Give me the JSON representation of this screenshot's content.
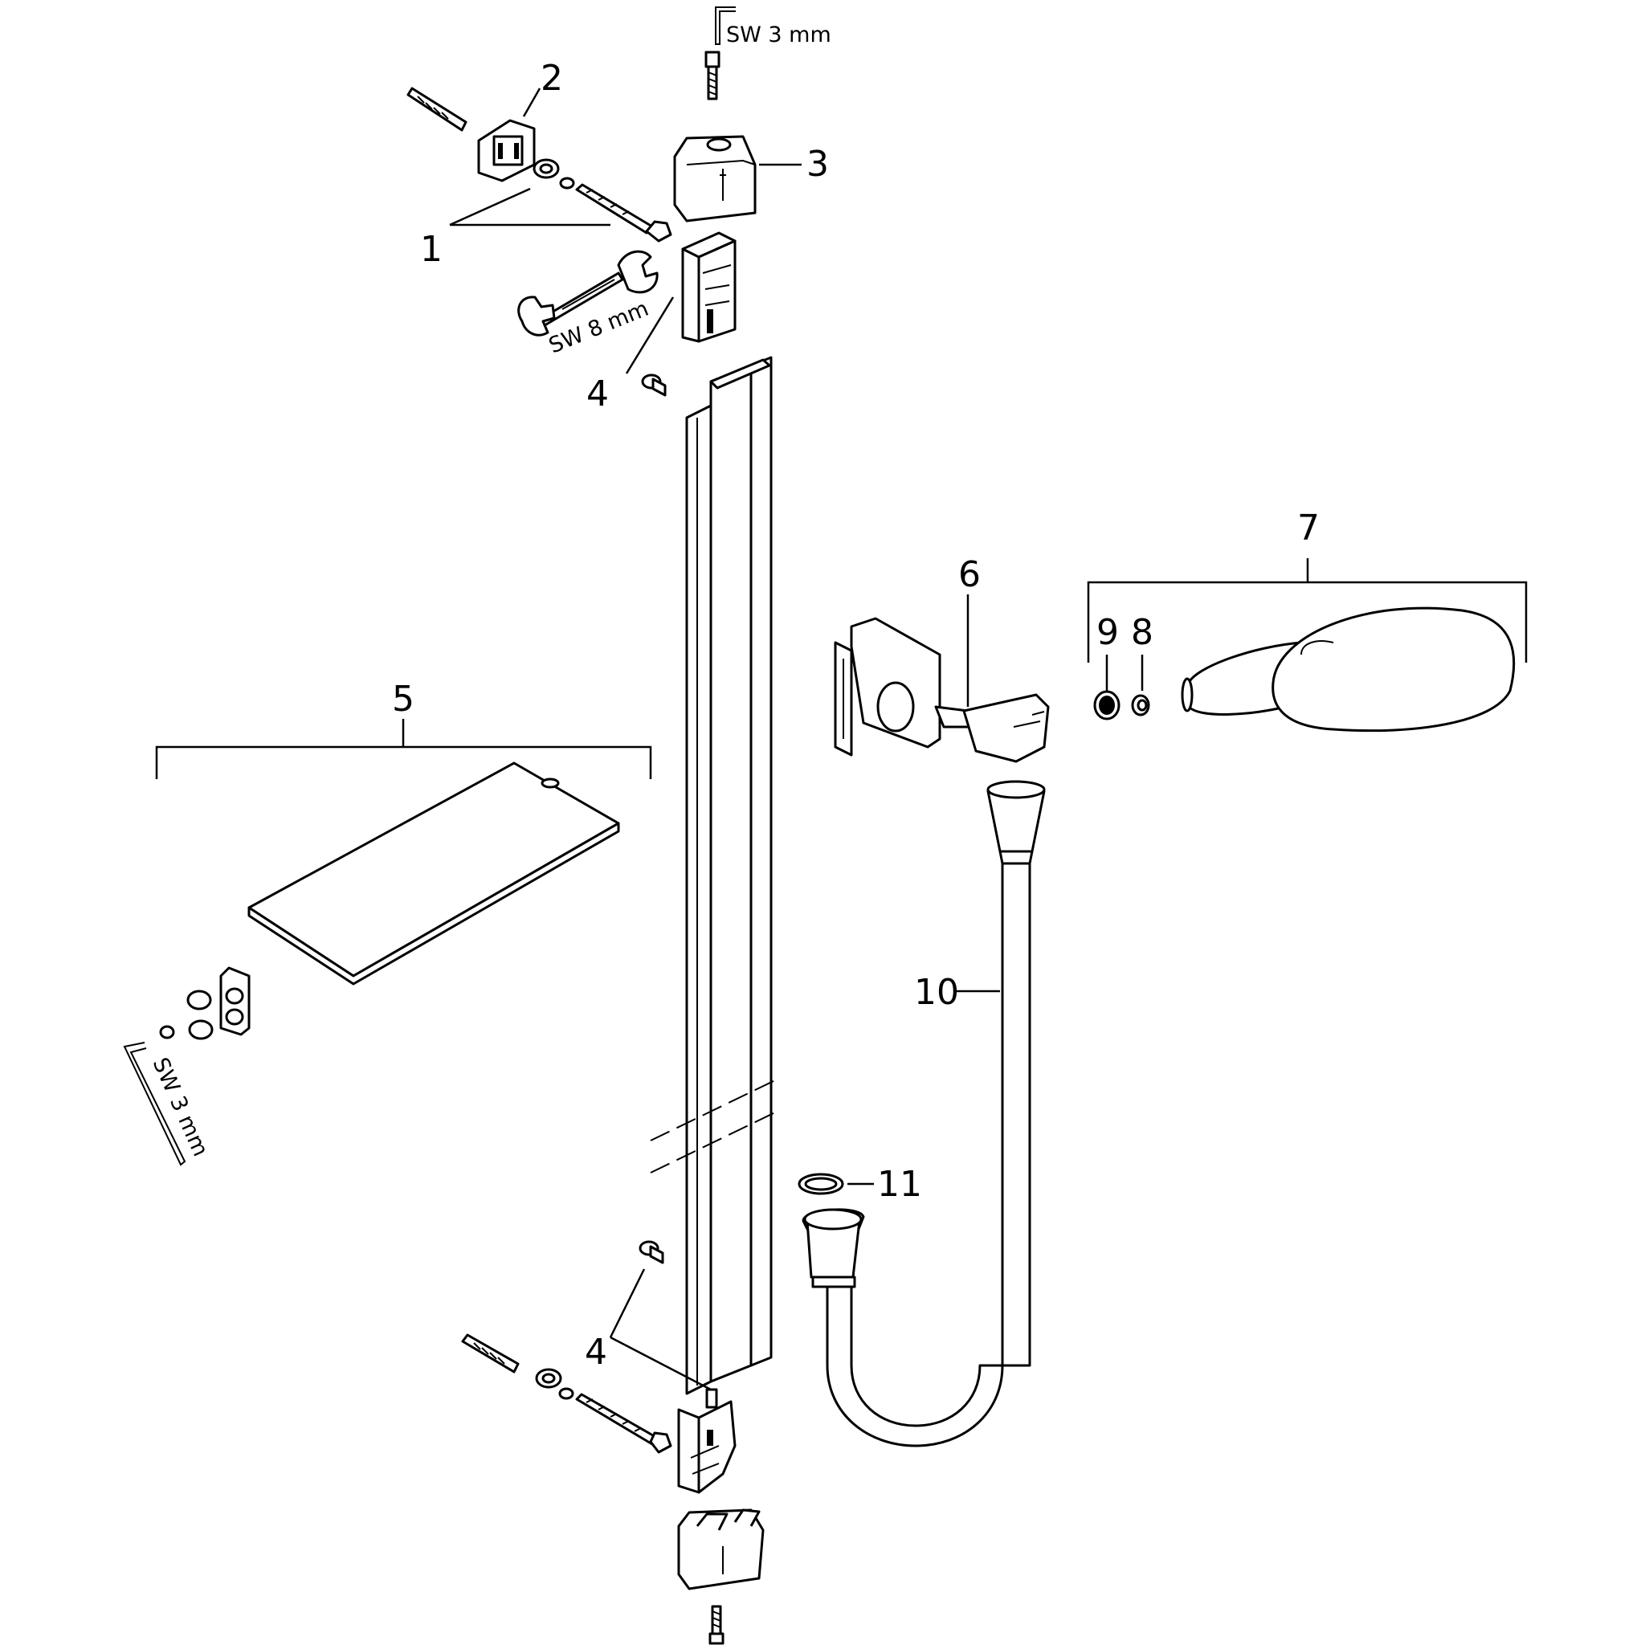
{
  "callouts": {
    "c1": "1",
    "c2": "2",
    "c3": "3",
    "c4_top": "4",
    "c4_bottom": "4",
    "c5": "5",
    "c6": "6",
    "c7": "7",
    "c8": "8",
    "c9": "9",
    "c10": "10",
    "c11": "11"
  },
  "tools": {
    "hex_key_top": "SW 3 mm",
    "wrench": "SW 8 mm",
    "hex_key_left": "SW 3 mm"
  },
  "colors": {
    "line": "#000000",
    "background": "#ffffff"
  }
}
